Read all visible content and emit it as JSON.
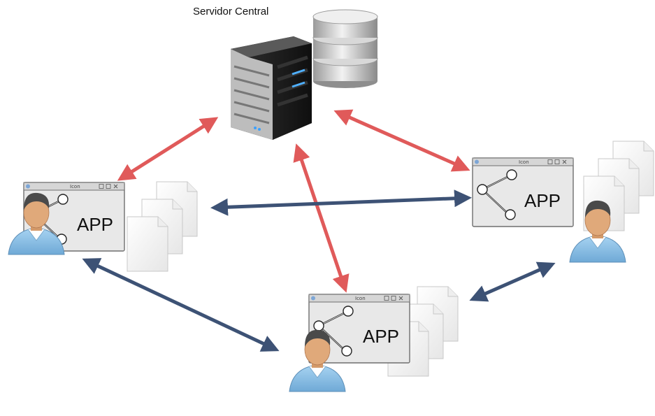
{
  "diagram": {
    "server_label": "Servidor Central",
    "app_label": "APP",
    "window_title": "Icon",
    "colors": {
      "sync_arrow": "#e05a5a",
      "peer_arrow": "#3d5275",
      "window_bg": "#e8e8e8",
      "skin": "#e0a97a",
      "hair": "#4a4a4a",
      "shirt": "#8fc3e8"
    },
    "nodes": [
      {
        "id": "app-left",
        "label": "APP"
      },
      {
        "id": "app-right",
        "label": "APP"
      },
      {
        "id": "app-bottom",
        "label": "APP"
      }
    ]
  }
}
